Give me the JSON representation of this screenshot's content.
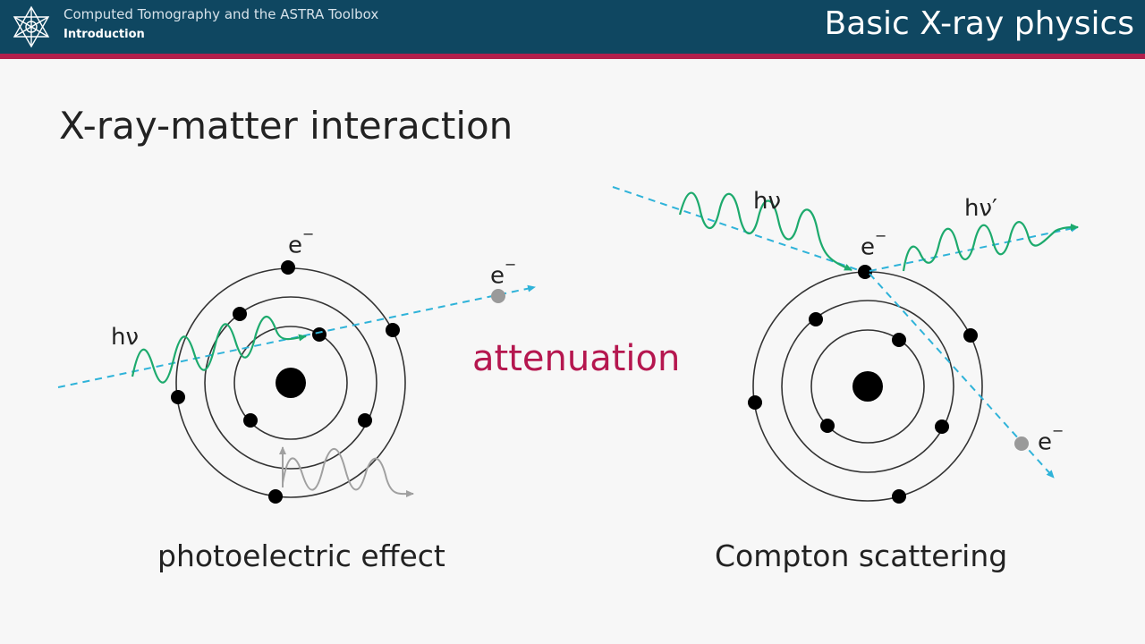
{
  "header": {
    "course_title": "Computed Tomography and the ASTRA Toolbox",
    "section": "Introduction",
    "lecture_title": "Basic X-ray physics",
    "logo_icon": "star-lattice-icon"
  },
  "slide": {
    "title": "X-ray-matter interaction",
    "center_word": "attenuation"
  },
  "diagrams": {
    "photoelectric": {
      "caption": "photoelectric effect",
      "labels": {
        "photon": "hν",
        "electron_top": "e",
        "electron_ejected": "e",
        "electron_sup": "−"
      }
    },
    "compton": {
      "caption": "Compton scattering",
      "labels": {
        "photon_in": "hν",
        "photon_out": "hν′",
        "electron_top": "e",
        "electron_ejected": "e",
        "electron_sup": "−"
      }
    }
  },
  "colors": {
    "header_bg": "#0f4761",
    "header_accent": "#b21f4c",
    "photon_wave": "#1daa6d",
    "ray": "#2fb3d9",
    "attenuation_text": "#b5174f",
    "ejected_electron": "#9a9a9a"
  }
}
